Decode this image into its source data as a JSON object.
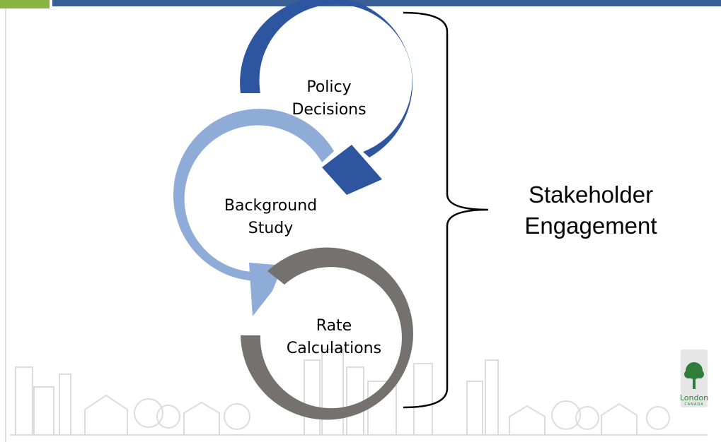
{
  "colors": {
    "header_green": "#8BB543",
    "header_blue": "#3A5F95",
    "policy_arc": "#2E55A0",
    "background_arc": "#8FABD8",
    "rate_arc": "#767171",
    "bracket": "#000000",
    "skyline": "#D9D9D9",
    "logo_green": "#2E7D3A",
    "logo_bg": "#E6E6E6"
  },
  "diagram": {
    "steps": [
      {
        "line1": "Policy",
        "line2": "Decisions"
      },
      {
        "line1": "Background",
        "line2": "Study"
      },
      {
        "line1": "Rate",
        "line2": "Calculations"
      }
    ],
    "bracket_label": {
      "line1": "Stakeholder",
      "line2": "Engagement"
    }
  },
  "logo": {
    "name": "London",
    "sub": "CANADA"
  },
  "icons": [
    "city-skyline-decoration",
    "tree-icon"
  ]
}
